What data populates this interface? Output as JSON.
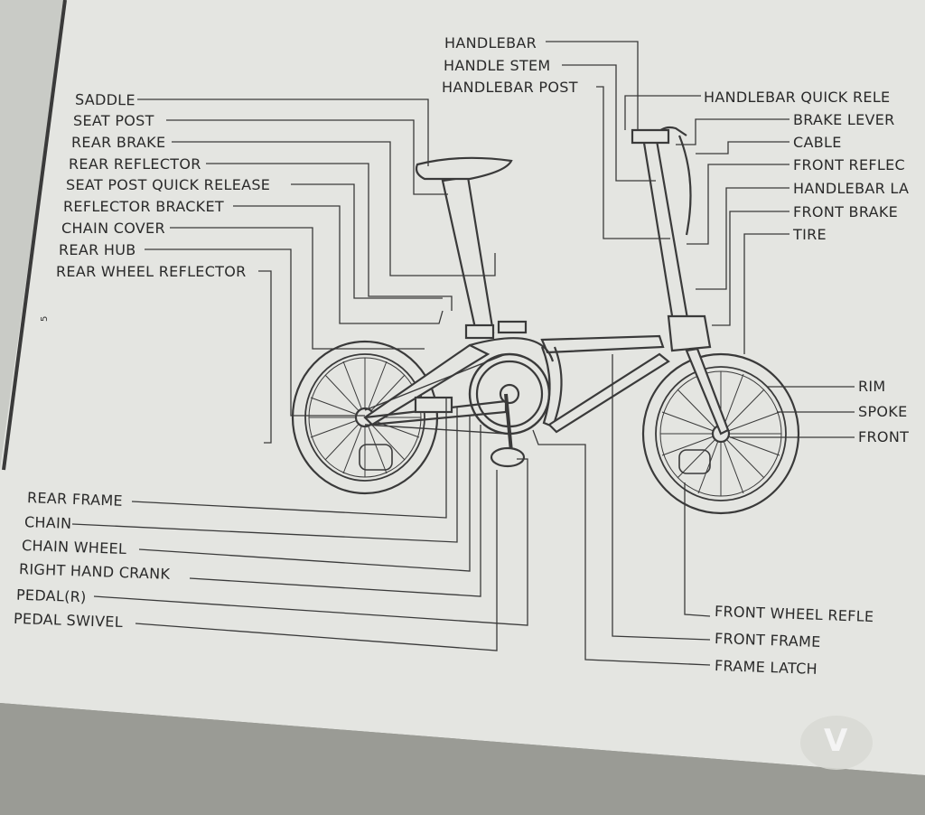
{
  "labels_left_top": [
    "SADDLE",
    "SEAT POST",
    "REAR BRAKE",
    "REAR REFLECTOR",
    "SEAT POST QUICK RELEASE",
    "REFLECTOR BRACKET",
    "CHAIN COVER",
    "REAR HUB",
    "REAR WHEEL REFLECTOR"
  ],
  "labels_top_center": [
    "HANDLEBAR",
    "HANDLE STEM",
    "HANDLEBAR POST"
  ],
  "labels_right_top": [
    "HANDLEBAR QUICK RELE",
    "BRAKE LEVER",
    "CABLE",
    "FRONT REFLEC",
    "HANDLEBAR LA",
    "FRONT BRAKE",
    "TIRE"
  ],
  "labels_right_mid": [
    "RIM",
    "SPOKE",
    "FRONT"
  ],
  "labels_left_bottom": [
    "REAR FRAME",
    "CHAIN",
    "CHAIN WHEEL",
    "RIGHT HAND CRANK",
    "PEDAL(R)",
    "PEDAL SWIVEL"
  ],
  "labels_bottom_right": [
    "FRONT WHEEL REFLE",
    "FRONT FRAME",
    "FRAME LATCH"
  ],
  "page_number": "5",
  "watermark": "V"
}
